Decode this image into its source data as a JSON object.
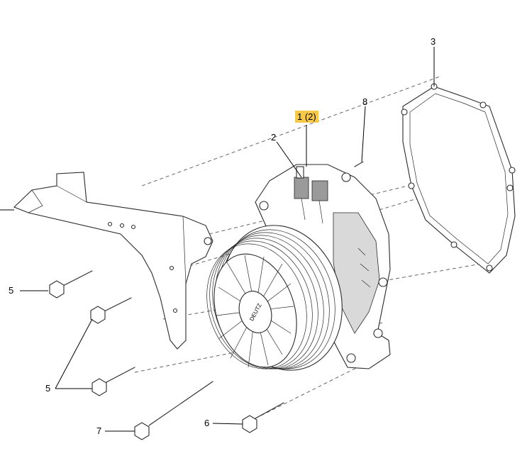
{
  "callouts": {
    "item_1": "1 (2)",
    "item_2": "2",
    "item_3": "3",
    "item_5a": "5",
    "item_5b": "5",
    "item_6": "6",
    "item_7": "7",
    "item_8": "8"
  },
  "fan_hub_text": "DEUTZ",
  "colors": {
    "highlight": "#f7c94a",
    "line": "#000000"
  }
}
